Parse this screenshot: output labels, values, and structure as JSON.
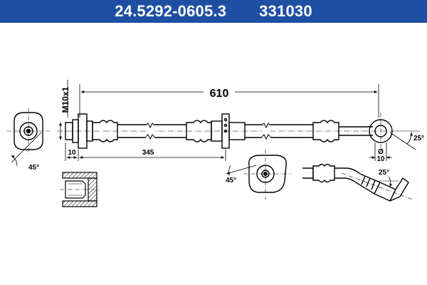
{
  "header": {
    "part_number": "24.5292-0605.3",
    "ref_number": "331030",
    "bg_color": "#1f4fa3"
  },
  "dimensions": {
    "total_length": "610",
    "thread": "M10x1",
    "fitting_length": "10",
    "mid_distance": "345",
    "angle_left": "45°",
    "angle_mid": "45°",
    "angle_eye": "25°",
    "angle_bend": "25°",
    "eye_diameter_symbol": "Ø",
    "eye_diameter": "10"
  }
}
